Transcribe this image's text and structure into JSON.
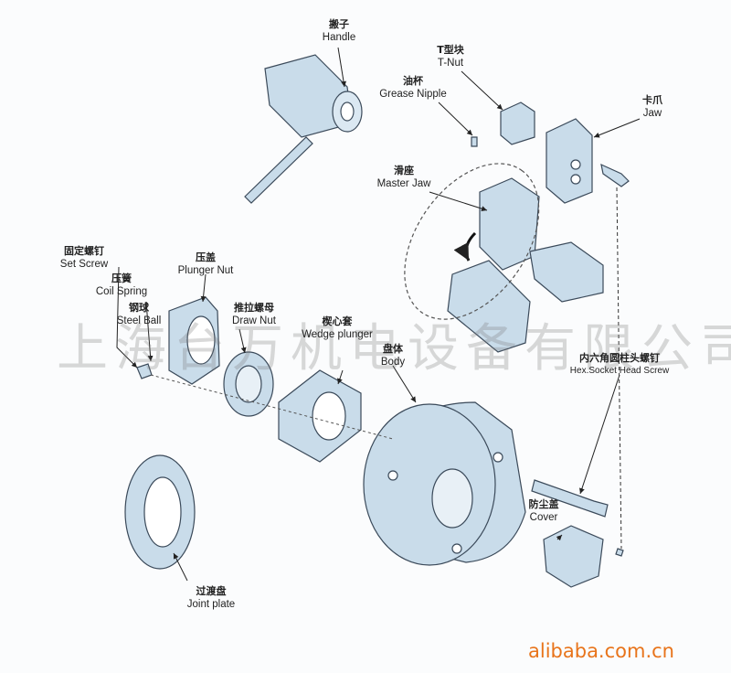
{
  "labels": {
    "handle": {
      "cn": "搬子",
      "en": "Handle"
    },
    "t_nut": {
      "cn": "T型块",
      "en": "T-Nut"
    },
    "grease_nipple": {
      "cn": "油杯",
      "en": "Grease Nipple"
    },
    "jaw": {
      "cn": "卡爪",
      "en": "Jaw"
    },
    "master_jaw": {
      "cn": "滑座",
      "en": "Master Jaw"
    },
    "set_screw": {
      "cn": "固定螺钉",
      "en": "Set Screw"
    },
    "coil_spring": {
      "cn": "压簧",
      "en": "Coil Spring"
    },
    "steel_ball": {
      "cn": "钢球",
      "en": "Steel Ball"
    },
    "plunger_nut": {
      "cn": "压盖",
      "en": "Plunger Nut"
    },
    "draw_nut": {
      "cn": "推拉螺母",
      "en": "Draw Nut"
    },
    "wedge_plunger": {
      "cn": "楔心套",
      "en": "Wedge plunger"
    },
    "body": {
      "cn": "盘体",
      "en": "Body"
    },
    "hex_screw": {
      "cn": "内六角圆柱头螺钉",
      "en": "Hex.Socket Head Screw"
    },
    "cover": {
      "cn": "防尘盖",
      "en": "Cover"
    },
    "joint_plate": {
      "cn": "过渡盘",
      "en": "Joint plate"
    }
  },
  "watermark": "上海台万机电设备有限公司",
  "brand": "alibaba.com.cn",
  "colors": {
    "part_fill": "#c9dcea",
    "part_stroke": "#3b4a5a",
    "brand": "#e8741b"
  }
}
